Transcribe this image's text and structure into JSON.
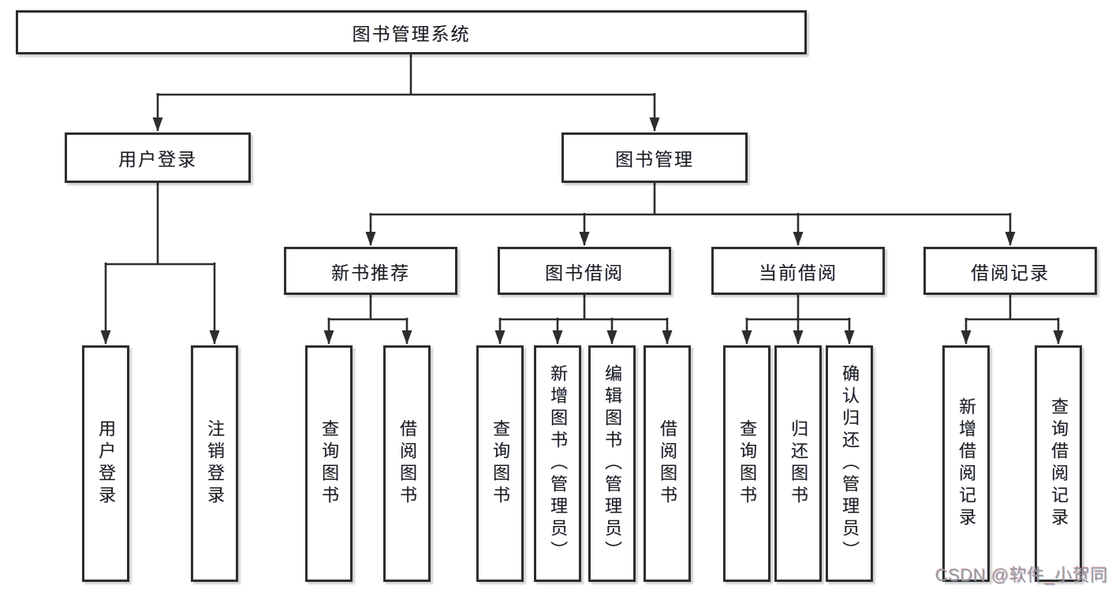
{
  "diagram": {
    "root": {
      "label": "图书管理系统"
    },
    "level2": [
      {
        "id": "user-login",
        "label": "用户登录"
      },
      {
        "id": "book-management",
        "label": "图书管理"
      }
    ],
    "level3": [
      {
        "id": "new-book-recommend",
        "label": "新书推荐",
        "parent": "图书管理"
      },
      {
        "id": "book-borrowing",
        "label": "图书借阅",
        "parent": "图书管理"
      },
      {
        "id": "current-borrowing",
        "label": "当前借阅",
        "parent": "图书管理"
      },
      {
        "id": "borrowing-records",
        "label": "借阅记录",
        "parent": "图书管理"
      }
    ],
    "leaves": [
      {
        "label": "用户登录",
        "parent": "用户登录"
      },
      {
        "label": "注销登录",
        "parent": "用户登录"
      },
      {
        "label": "查询图书",
        "parent": "新书推荐"
      },
      {
        "label": "借阅图书",
        "parent": "新书推荐"
      },
      {
        "label": "查询图书",
        "parent": "图书借阅"
      },
      {
        "label": "新增图书（管理员）",
        "parent": "图书借阅"
      },
      {
        "label": "编辑图书（管理员）",
        "parent": "图书借阅"
      },
      {
        "label": "借阅图书",
        "parent": "图书借阅"
      },
      {
        "label": "查询图书",
        "parent": "当前借阅"
      },
      {
        "label": "归还图书",
        "parent": "当前借阅"
      },
      {
        "label": "确认归还（管理员）",
        "parent": "当前借阅"
      },
      {
        "label": "新增借阅记录",
        "parent": "借阅记录"
      },
      {
        "label": "查询借阅记录",
        "parent": "借阅记录"
      }
    ],
    "watermark": "CSDN @软件_小贺同学",
    "colors": {
      "line": "#2d2d2d",
      "box_border": "#2d2d2d",
      "box_fill": "#ffffff",
      "text": "#1c1c1c",
      "watermark": "#979797"
    }
  }
}
